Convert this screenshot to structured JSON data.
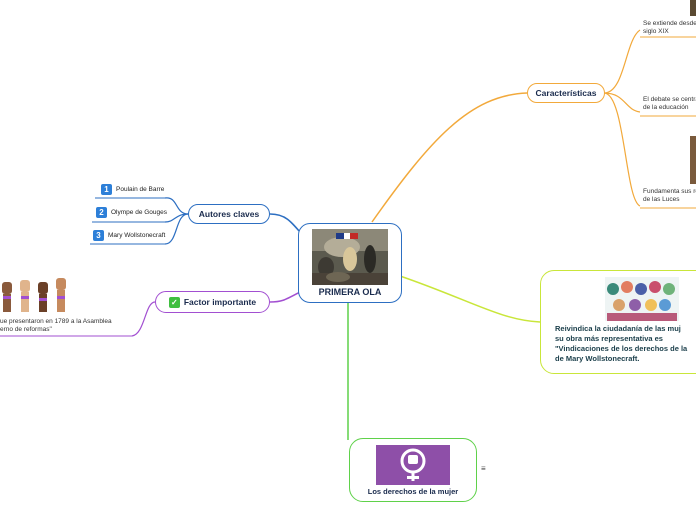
{
  "central": {
    "title": "PRIMERA OLA",
    "image": "liberty-leading-people-painting"
  },
  "caracteristicas": {
    "label": "Características",
    "items": [
      {
        "text_1": "Se extiende desde l",
        "text_2": "siglo XIX"
      },
      {
        "text_1": "El debate se centra",
        "text_2": "de la educación"
      },
      {
        "text_1": "Fundamenta sus re",
        "text_2": "de las Luces"
      }
    ]
  },
  "autores": {
    "label": "Autores claves",
    "items": [
      {
        "num": "1",
        "name": "Poulain de Barre"
      },
      {
        "num": "2",
        "name": "Olympe de Gouges"
      },
      {
        "num": "3",
        "name": "Mary Wollstonecraft"
      }
    ]
  },
  "factor": {
    "label": "Factor importante",
    "check_icon": "check-icon",
    "note_1": "ue presentaron en 1789 a la Asamblea",
    "note_2": "erno de reformas\""
  },
  "reivindica": {
    "lines": [
      "Reivindica la ciudadanía de las muj",
      "su obra más representativa es",
      "\"Vindicaciones de los derechos de la",
      "de Mary Wollstonecraft."
    ]
  },
  "derechos": {
    "label": "Los derechos de la mujer",
    "note_icon": "≡"
  },
  "colors": {
    "blue": "#2d6fc2",
    "orange": "#f2a93b",
    "purple": "#a24fd1",
    "yellowgreen": "#c9e63a",
    "green": "#5fd14a"
  }
}
